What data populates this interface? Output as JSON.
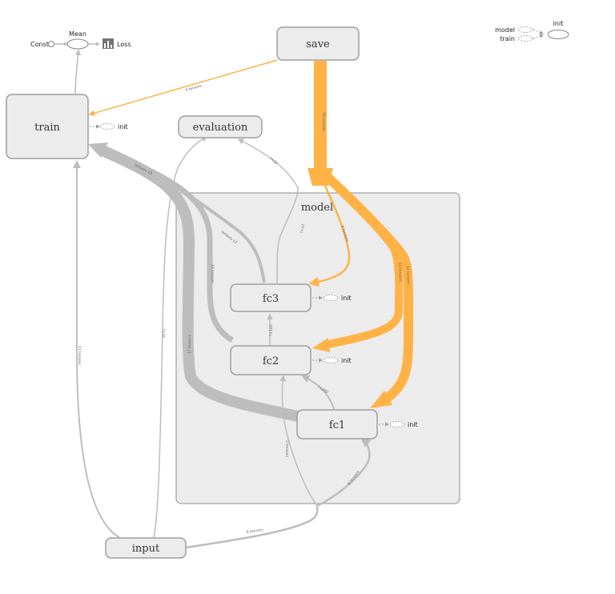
{
  "nodes": {
    "save": "save",
    "train": "train",
    "evaluation": "evaluation",
    "model": "model",
    "fc3": "fc3",
    "fc2": "fc2",
    "fc1": "fc1",
    "input": "input",
    "mean": "Mean",
    "const": "Const",
    "loss": "Loss"
  },
  "aux": {
    "init": "init",
    "legend_model": "model",
    "legend_train": "train",
    "legend_init": "init"
  },
  "edge_labels": {
    "save_train": "4 tensors",
    "save_model": "36 tensors",
    "save_fc3": "4 tensors",
    "save_fc1_a": "12 tensors",
    "save_fc1_b": "12 tensors",
    "model_train": "tensors 18",
    "fc3_train": "tensors 12",
    "fc2_train": "16 tensors",
    "fc1_train": "17 tensors",
    "input_train": "11 tensors",
    "input_eval": "?×10",
    "fc3_eval": "?×10",
    "fc2_fc3": "?×100",
    "fc1_fc2": "?×300",
    "input_fc2": "2 tensors",
    "input_fc1": "6 tensors",
    "input_model": "6 tensors",
    "fc3_model": "?×10"
  },
  "colors": {
    "orange_edge": "#ffb347",
    "grey_edge": "#bdbdbd",
    "node_fill": "#ececec",
    "node_stroke": "#9e9e9e",
    "loss_icon": "#757575"
  }
}
